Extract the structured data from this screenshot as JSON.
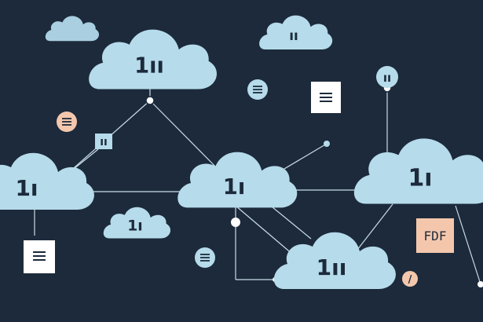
{
  "colors": {
    "background": "#1c2a3b",
    "cloud": "#b6dbea",
    "cloud_dim": "#a9cfe0",
    "line": "#c9dde6",
    "mark": "#1c2a3b",
    "doc_white": "#ffffff",
    "peach": "#f4c7ac"
  },
  "clouds": [
    {
      "id": "cloud-top-left-small",
      "mark": "",
      "scale": "small"
    },
    {
      "id": "cloud-top-center",
      "mark": "1ıı",
      "scale": "large"
    },
    {
      "id": "cloud-top-right-small",
      "mark": "ıı",
      "scale": "small"
    },
    {
      "id": "cloud-left",
      "mark": "1ı",
      "scale": "large"
    },
    {
      "id": "cloud-center",
      "mark": "1ı",
      "scale": "large"
    },
    {
      "id": "cloud-mid-small",
      "mark": "1ı",
      "scale": "small"
    },
    {
      "id": "cloud-right",
      "mark": "1ı",
      "scale": "large"
    },
    {
      "id": "cloud-bottom-center",
      "mark": "1ıı",
      "scale": "large"
    }
  ],
  "badges": {
    "pdf_label": "FDF",
    "chip_mark": "ıı",
    "circle_mark": "ıı",
    "peach_mark": "/"
  },
  "icons": [
    "cloud-icon",
    "document-icon",
    "menu-lines-icon",
    "pdf-file-icon",
    "connector-dot-icon"
  ]
}
